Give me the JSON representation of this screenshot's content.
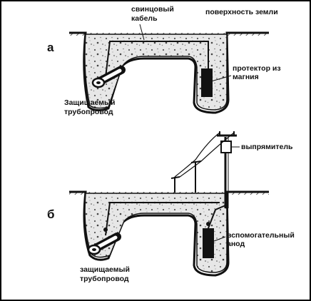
{
  "figure": {
    "colors": {
      "ink": "#111111",
      "concrete": "#e7e7e7",
      "paper": "#ffffff"
    },
    "panel_a": {
      "letter": "а",
      "cable_label_line1": "свинцовый",
      "cable_label_line2": "кабель",
      "surface_label": "поверхность земли",
      "protector_line1": "протектор из",
      "protector_line2": "магния",
      "pipe_line1": "Защищаемый",
      "pipe_line2": "трубопровод"
    },
    "panel_b": {
      "letter": "б",
      "rectifier_label": "выпрямитель",
      "anode_line1": "вспомогательный",
      "anode_line2": "анод",
      "pipe_line1": "защищаемый",
      "pipe_line2": "трубопровод"
    }
  }
}
